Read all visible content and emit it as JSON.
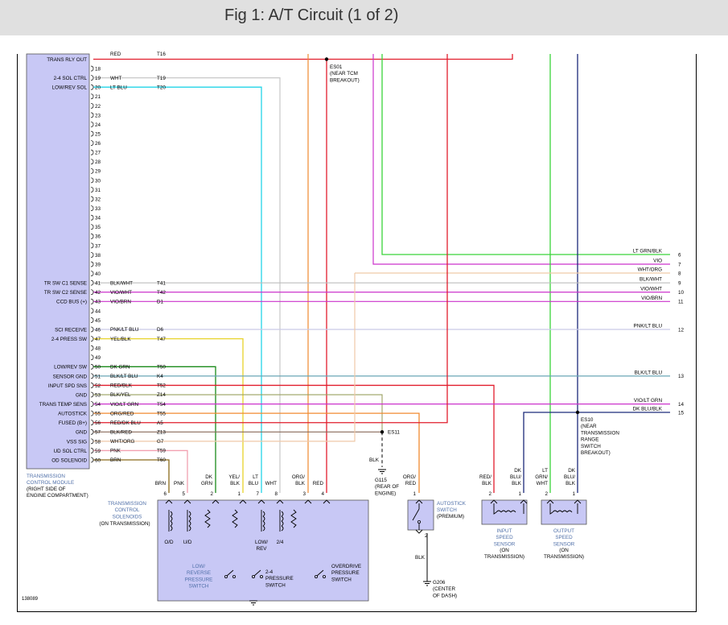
{
  "header": {
    "title": "Fig 1: A/T Circuit (1 of 2)"
  },
  "tcm": {
    "label_lines": [
      "TRANSMISSION",
      "CONTROL MODULE"
    ],
    "sub_lines": [
      "(RIGHT SIDE OF",
      "ENGINE COMPARTMENT)"
    ],
    "signals": [
      {
        "pin": "",
        "name": "TRANS RLY OUT",
        "color": "",
        "circuit": ""
      },
      {
        "pin": "18",
        "name": "",
        "color": "",
        "circuit": ""
      },
      {
        "pin": "19",
        "name": "2-4 SOL CTRL",
        "color": "WHT",
        "circuit": "T19"
      },
      {
        "pin": "20",
        "name": "LOW/REV SOL",
        "color": "LT BLU",
        "circuit": "T20"
      },
      {
        "pin": "21",
        "name": "",
        "color": "",
        "circuit": ""
      },
      {
        "pin": "22",
        "name": "",
        "color": "",
        "circuit": ""
      },
      {
        "pin": "23",
        "name": "",
        "color": "",
        "circuit": ""
      },
      {
        "pin": "24",
        "name": "",
        "color": "",
        "circuit": ""
      },
      {
        "pin": "25",
        "name": "",
        "color": "",
        "circuit": ""
      },
      {
        "pin": "26",
        "name": "",
        "color": "",
        "circuit": ""
      },
      {
        "pin": "27",
        "name": "",
        "color": "",
        "circuit": ""
      },
      {
        "pin": "28",
        "name": "",
        "color": "",
        "circuit": ""
      },
      {
        "pin": "29",
        "name": "",
        "color": "",
        "circuit": ""
      },
      {
        "pin": "30",
        "name": "",
        "color": "",
        "circuit": ""
      },
      {
        "pin": "31",
        "name": "",
        "color": "",
        "circuit": ""
      },
      {
        "pin": "32",
        "name": "",
        "color": "",
        "circuit": ""
      },
      {
        "pin": "33",
        "name": "",
        "color": "",
        "circuit": ""
      },
      {
        "pin": "34",
        "name": "",
        "color": "",
        "circuit": ""
      },
      {
        "pin": "35",
        "name": "",
        "color": "",
        "circuit": ""
      },
      {
        "pin": "36",
        "name": "",
        "color": "",
        "circuit": ""
      },
      {
        "pin": "37",
        "name": "",
        "color": "",
        "circuit": ""
      },
      {
        "pin": "38",
        "name": "",
        "color": "",
        "circuit": ""
      },
      {
        "pin": "39",
        "name": "",
        "color": "",
        "circuit": ""
      },
      {
        "pin": "40",
        "name": "",
        "color": "",
        "circuit": ""
      },
      {
        "pin": "41",
        "name": "TR SW C1 SENSE",
        "color": "BLK/WHT",
        "circuit": "T41"
      },
      {
        "pin": "42",
        "name": "TR SW C2 SENSE",
        "color": "VIO/WHT",
        "circuit": "T42"
      },
      {
        "pin": "43",
        "name": "CCD BUS (+)",
        "color": "VIO/BRN",
        "circuit": "D1"
      },
      {
        "pin": "44",
        "name": "",
        "color": "",
        "circuit": ""
      },
      {
        "pin": "45",
        "name": "",
        "color": "",
        "circuit": ""
      },
      {
        "pin": "46",
        "name": "SCI RECEIVE",
        "color": "PNK/LT BLU",
        "circuit": "D6"
      },
      {
        "pin": "47",
        "name": "2-4 PRESS SW",
        "color": "YEL/BLK",
        "circuit": "T47"
      },
      {
        "pin": "48",
        "name": "",
        "color": "",
        "circuit": ""
      },
      {
        "pin": "49",
        "name": "",
        "color": "",
        "circuit": ""
      },
      {
        "pin": "50",
        "name": "LOW/REV SW",
        "color": "DK GRN",
        "circuit": "T50"
      },
      {
        "pin": "51",
        "name": "SENSOR GND",
        "color": "BLK/LT BLU",
        "circuit": "K4"
      },
      {
        "pin": "52",
        "name": "INPUT SPD SNS",
        "color": "RED/BLK",
        "circuit": "T52"
      },
      {
        "pin": "53",
        "name": "GND",
        "color": "BLK/YEL",
        "circuit": "Z14"
      },
      {
        "pin": "54",
        "name": "TRANS TEMP SENS",
        "color": "VIO/LT GRN",
        "circuit": "T54"
      },
      {
        "pin": "55",
        "name": "AUTOSTICK",
        "color": "ORG/RED",
        "circuit": "T55"
      },
      {
        "pin": "56",
        "name": "FUSED (B+)",
        "color": "RED/DK BLU",
        "circuit": "A5"
      },
      {
        "pin": "57",
        "name": "GND",
        "color": "BLK/RED",
        "circuit": "Z13"
      },
      {
        "pin": "58",
        "name": "VSS SIG",
        "color": "WHT/ORG",
        "circuit": "G7"
      },
      {
        "pin": "59",
        "name": "UD SOL CTRL",
        "color": "PNK",
        "circuit": "T59"
      },
      {
        "pin": "60",
        "name": "OD SOLENOID",
        "color": "BRN",
        "circuit": "T60"
      }
    ]
  },
  "right_wires": [
    {
      "color": "LT GRN/BLK",
      "num": "6"
    },
    {
      "color": "VIO",
      "num": "7"
    },
    {
      "color": "WHT/ORG",
      "num": "8"
    },
    {
      "color": "BLK/WHT",
      "num": "9"
    },
    {
      "color": "VIO/WHT",
      "num": "10"
    },
    {
      "color": "VIO/BRN",
      "num": "11"
    },
    {
      "color": "PNK/LT BLU",
      "num": "12"
    },
    {
      "color": "BLK/LT BLU",
      "num": "13"
    },
    {
      "color": "VIO/LT GRN",
      "num": "14"
    },
    {
      "color": "DK BLU/BLK",
      "num": "15"
    }
  ],
  "splices": {
    "es01": [
      "ES01",
      "(NEAR TCM",
      "BREAKOUT)"
    ],
    "es11": [
      "ES11"
    ],
    "es10": [
      "ES10",
      "(NEAR",
      "TRANSMISSION",
      "RANGE",
      "SWITCH",
      "BREAKOUT)"
    ]
  },
  "grounds": {
    "g115_wire": "BLK",
    "g115": [
      "G115",
      "(REAR OF",
      "ENGINE)"
    ],
    "g206_wire": "BLK",
    "g206": [
      "G206",
      "(CENTER",
      "OF DASH)"
    ]
  },
  "solenoid_pack": {
    "title_lines": [
      "TRANSMISSION",
      "CONTROL",
      "SOLENOIDS",
      "(ON TRANSMISSION)"
    ],
    "pins": [
      {
        "wire": [
          "BRN"
        ],
        "num": "6"
      },
      {
        "wire": [
          "PNK"
        ],
        "num": "5"
      },
      {
        "wire": [
          "DK",
          "GRN"
        ],
        "num": "2"
      },
      {
        "wire": [
          "YEL/",
          "BLK"
        ],
        "num": "1"
      },
      {
        "wire": [
          "LT",
          "BLU"
        ],
        "num": "7"
      },
      {
        "wire": [
          "WHT"
        ],
        "num": "8"
      },
      {
        "wire": [
          "ORG/",
          "BLK"
        ],
        "num": "3"
      },
      {
        "wire": [
          "RED"
        ],
        "num": "4"
      }
    ],
    "sol_labels": {
      "od": "O/D",
      "ud": "U/D",
      "lowrev": [
        "LOW/",
        "REV"
      ],
      "two4": "2/4"
    },
    "switch_labels": {
      "lowrev": [
        "LOW/",
        "REVERSE",
        "PRESSURE",
        "SWITCH"
      ],
      "two4": [
        "2-4",
        "PRESSURE",
        "SWITCH"
      ],
      "od": [
        "OVERDRIVE",
        "PRESSURE",
        "SWITCH"
      ]
    }
  },
  "autostick": {
    "wire": [
      "ORG/",
      "RED"
    ],
    "pin_top": "1",
    "pin_bottom": "2",
    "label": [
      "AUTOSTICK",
      "SWITCH",
      "(PREMIUM)"
    ]
  },
  "input_sensor": {
    "pins": [
      {
        "wire": [
          "RED/",
          "BLK"
        ],
        "num": "2"
      },
      {
        "wire": [
          "DK",
          "BLU/",
          "BLK"
        ],
        "num": "1"
      }
    ],
    "label": [
      "INPUT",
      "SPEED",
      "SENSOR",
      "(ON",
      "TRANSMISSION)"
    ]
  },
  "output_sensor": {
    "pins": [
      {
        "wire": [
          "LT",
          "GRN/",
          "WHT"
        ],
        "num": "2"
      },
      {
        "wire": [
          "DK",
          "BLU/",
          "BLK"
        ],
        "num": "1"
      }
    ],
    "label": [
      "OUTPUT",
      "SPEED",
      "SENSOR",
      "(ON",
      "TRANSMISSION)"
    ]
  },
  "footer": {
    "code": "138089"
  },
  "colors": {
    "module_fill": "#c8c8f5",
    "label_blue": "#4f6fa8",
    "red": "#e11d2c",
    "orange": "#f08a30",
    "green": "#3ad43a",
    "violet": "#cc33cc",
    "cyan": "#22d4e8",
    "yellow": "#e8d22a",
    "dkgreen": "#1a8a1a",
    "navy": "#1c2a7a"
  }
}
